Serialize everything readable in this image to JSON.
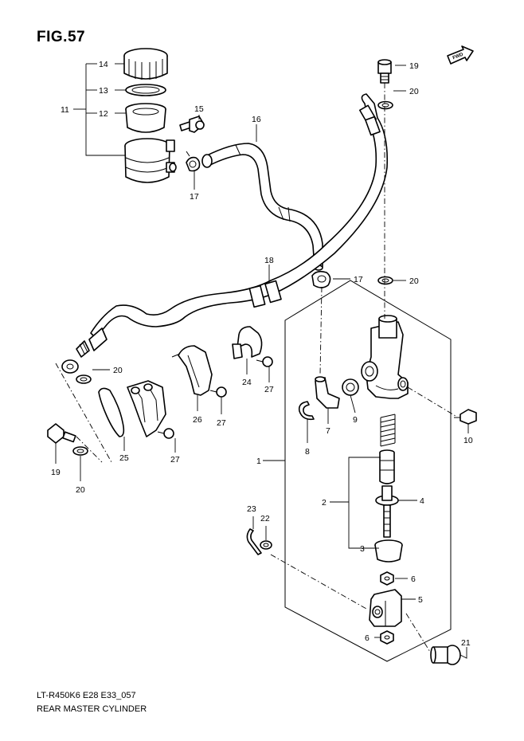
{
  "figure": {
    "title": "FIG.57",
    "code": "LT-R450K6 E28 E33_057",
    "name": "REAR MASTER CYLINDER",
    "fwd_label": "FWD"
  },
  "callouts": [
    {
      "id": "14",
      "label": "14"
    },
    {
      "id": "13",
      "label": "13"
    },
    {
      "id": "12",
      "label": "12"
    },
    {
      "id": "11",
      "label": "11"
    },
    {
      "id": "15",
      "label": "15"
    },
    {
      "id": "16",
      "label": "16"
    },
    {
      "id": "17a",
      "label": "17"
    },
    {
      "id": "17b",
      "label": "17"
    },
    {
      "id": "18",
      "label": "18"
    },
    {
      "id": "19a",
      "label": "19"
    },
    {
      "id": "20a",
      "label": "20"
    },
    {
      "id": "20b",
      "label": "20"
    },
    {
      "id": "20c",
      "label": "20"
    },
    {
      "id": "19b",
      "label": "19"
    },
    {
      "id": "20d",
      "label": "20"
    },
    {
      "id": "24",
      "label": "24"
    },
    {
      "id": "27a",
      "label": "27"
    },
    {
      "id": "26",
      "label": "26"
    },
    {
      "id": "27b",
      "label": "27"
    },
    {
      "id": "25",
      "label": "25"
    },
    {
      "id": "27c",
      "label": "27"
    },
    {
      "id": "9",
      "label": "9"
    },
    {
      "id": "7",
      "label": "7"
    },
    {
      "id": "8",
      "label": "8"
    },
    {
      "id": "10",
      "label": "10"
    },
    {
      "id": "1",
      "label": "1"
    },
    {
      "id": "2",
      "label": "2"
    },
    {
      "id": "4",
      "label": "4"
    },
    {
      "id": "3",
      "label": "3"
    },
    {
      "id": "23",
      "label": "23"
    },
    {
      "id": "22",
      "label": "22"
    },
    {
      "id": "6a",
      "label": "6"
    },
    {
      "id": "5",
      "label": "5"
    },
    {
      "id": "6b",
      "label": "6"
    },
    {
      "id": "21",
      "label": "21"
    }
  ]
}
